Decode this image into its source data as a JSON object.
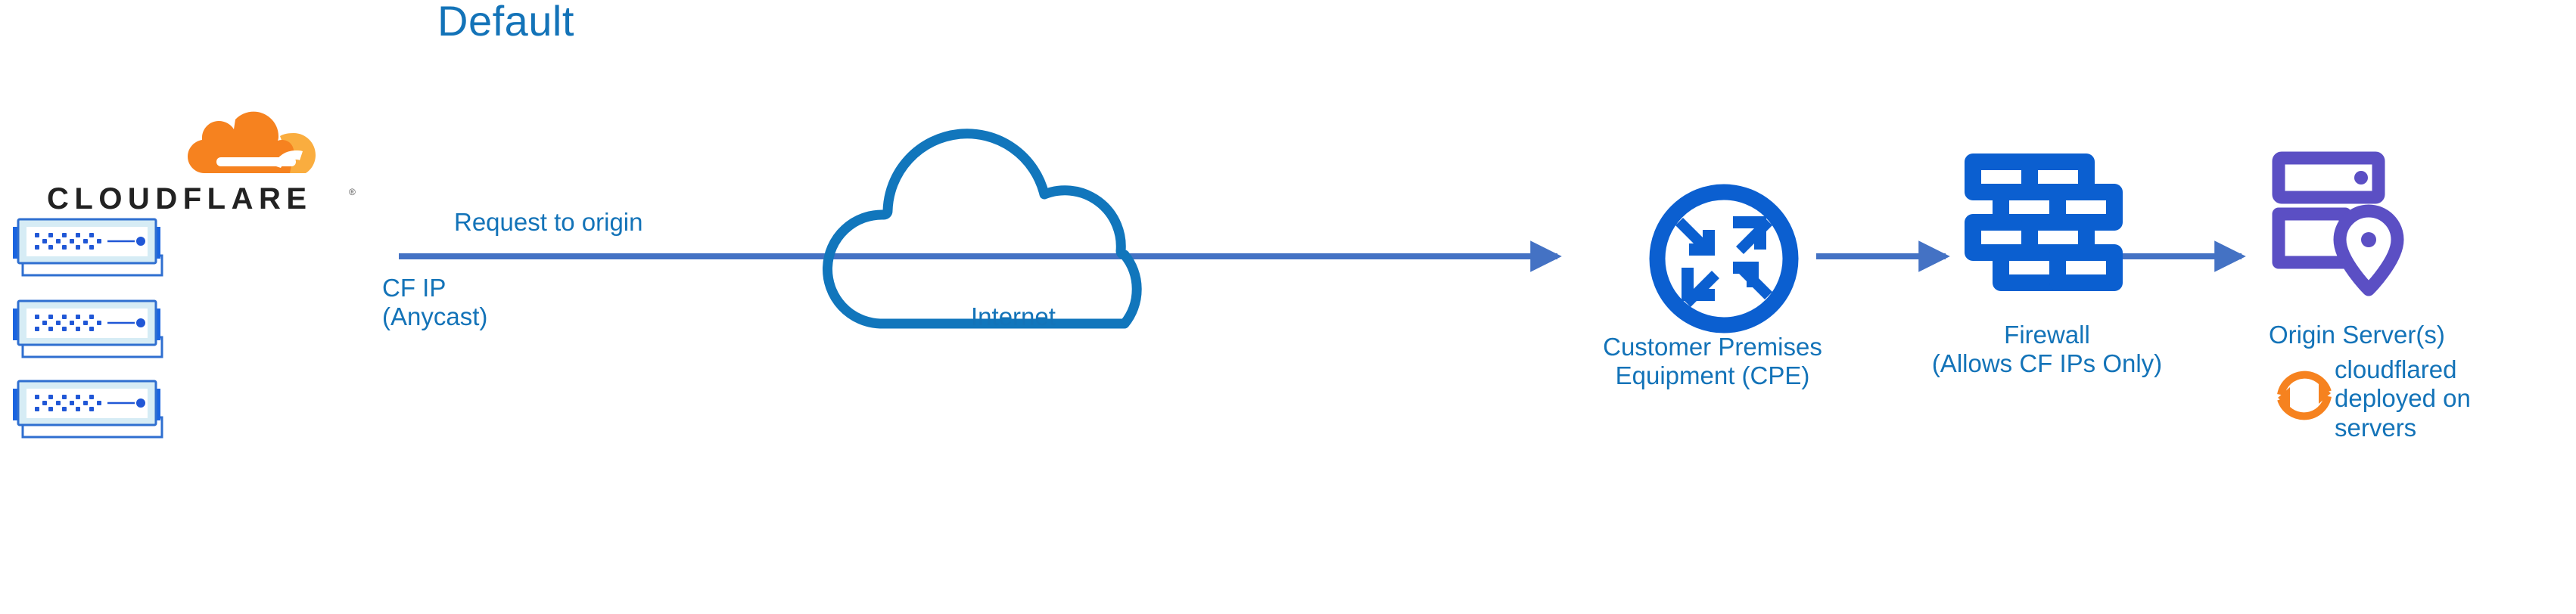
{
  "diagram": {
    "title": "Default",
    "type": "network-architecture-flow",
    "colors": {
      "title_blue": "#1373b8",
      "label_blue": "#1373b8",
      "icon_blue": "#0b5fd0",
      "arrow_blue": "#4472c4",
      "cloud_outline_blue": "#1176bc",
      "origin_purple": "#5b4fc4",
      "cloudflare_orange": "#f6821f",
      "cloudflare_orange_light": "#faad3f",
      "wordmark_black": "#222222",
      "rack_fill_light": "#d6ecf5",
      "rack_border": "#2f6fd0",
      "rack_tab": "#1a64e0",
      "rack_dot": "#2057d6"
    }
  },
  "brand": {
    "logo_icon": "cloudflare-cloud-logo",
    "wordmark": "CLOUDFLARE",
    "trademark": "®"
  },
  "nodes": [
    {
      "id": "cloudflare-edge",
      "icon": "server-rack-stack",
      "count": 3,
      "label": "CF IP\n(Anycast)"
    },
    {
      "id": "internet",
      "icon": "cloud-outline",
      "label": "Internet"
    },
    {
      "id": "cpe",
      "icon": "router-four-arrows-circle",
      "label": "Customer Premises\nEquipment (CPE)"
    },
    {
      "id": "firewall",
      "icon": "brick-wall-icon",
      "label": "Firewall\n(Allows CF IPs Only)"
    },
    {
      "id": "origin-server",
      "icon": "server-location-pin",
      "label": "Origin Server(s)"
    }
  ],
  "annotations": {
    "request_to_origin": "Request to origin",
    "cf_ip": "CF IP\n(Anycast)",
    "internet": "Internet",
    "cpe": "Customer Premises\nEquipment (CPE)",
    "firewall": "Firewall\n(Allows CF IPs Only)",
    "origin_servers": "Origin Server(s)",
    "cloudflared": "cloudflared\ndeployed on\nservers",
    "cloudflared_icon": "orange-sync-arrows-icon"
  },
  "flow": [
    {
      "from": "cloudflare-edge",
      "to": "cpe",
      "label": "Request to origin",
      "style": "arrow"
    },
    {
      "from": "cpe",
      "to": "firewall",
      "label": "",
      "style": "arrow"
    },
    {
      "from": "firewall",
      "to": "origin-server",
      "label": "",
      "style": "arrow"
    }
  ]
}
